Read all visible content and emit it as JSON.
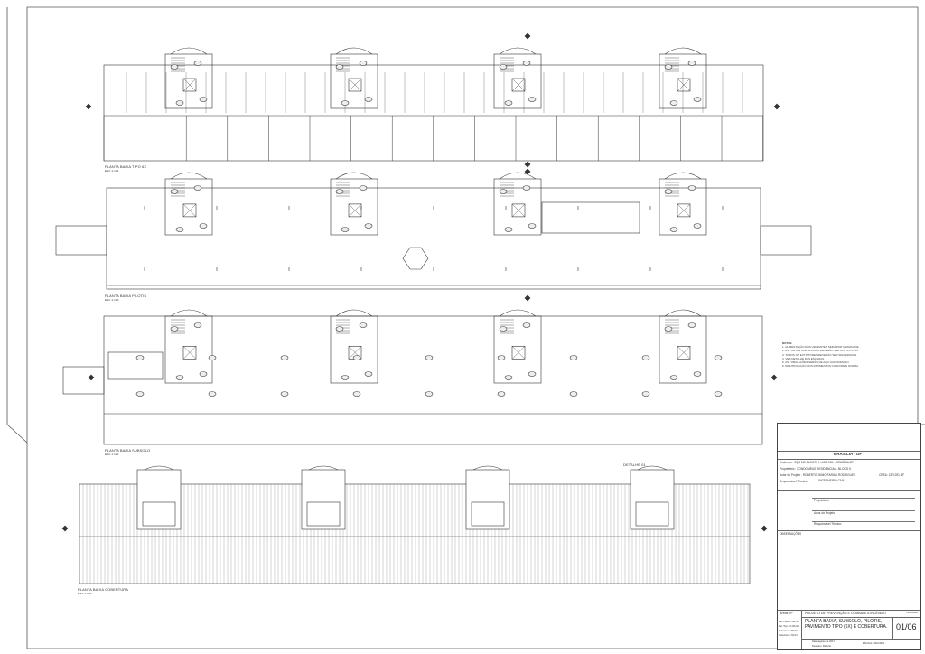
{
  "plans": [
    {
      "id": "tipo",
      "label": "PLANTA BAIXA TIPO 6X",
      "sub": "ESC 1:100"
    },
    {
      "id": "pilotis",
      "label": "PLANTA BAIXA PILOTIS",
      "sub": "ESC 1:100"
    },
    {
      "id": "subsolo",
      "label": "PLANTA BAIXA SUBSOLO",
      "sub": "ESC 1:100"
    },
    {
      "id": "cobertura",
      "label": "PLANTA BAIXA COBERTURA",
      "sub": "ESC 1:100"
    }
  ],
  "detalhe_label": "DETALHE 01",
  "notes": {
    "title": "NOTAS:",
    "items": [
      "1. ALIMENTAÇÃO DOS HIDRANTES SERÁ POR GRAVIDADE.",
      "2. AS PORTAS CORTA-FOGO DEVERÃO SER DO TIPO P-90.",
      "3. TODOS OS EXTINTORES DEVERÃO SER SINALIZADOS.",
      "4. VER DETALHE DAS ESCADAS.",
      "5. AS TUBULAÇÕES SERÃO DE AÇO GALVANIZADO.",
      "6. IDENTIFICAÇÃO DOS PAVIMENTOS CONFORME NORMA."
    ]
  },
  "title_block": {
    "city": "BRASÍLIA - DF",
    "obra": "Endereço : SQS 111 BLOCO K - ASA SUL - BRASÍLIA-DF",
    "proprietario": "Proprietário : CONDOMÍNIO RESIDENCIAL - BLOCO K",
    "autor": "Autor do Projeto : ROBERTO JUNIO FARIAS RODRIGUES",
    "crea": "CREA: 13712/D-DF",
    "resp": "Responsável Técnico :",
    "resp_name": "ENGENHEIRO CIVIL",
    "field1": "Proprietário",
    "field2": "Autor do Projeto",
    "field3": "Responsável Técnico",
    "obs": "OBSERVAÇÕES",
    "area": "Áreas m²",
    "area_rows": [
      "Pav. Pilotis = 642,50",
      "Pav. Tipo = 4.315,40",
      "Subsolo = 1.780,30",
      "Cobertura = 720,10"
    ],
    "project": "PROJETO DE PREVENÇÃO E COMBATE A INCÊNDIO",
    "prancha_label": "PRANCHA",
    "content": "PLANTA BAIXA, SUBSOLO, PILOTIS, PAVIMENTO TIPO (6X) E COBERTURA.",
    "sheet": "01/06",
    "date_label": "Data: agosto de 2017",
    "scale_label": "ESCALA: INDICADA",
    "drawn_by": "Desenho: Roberto"
  }
}
